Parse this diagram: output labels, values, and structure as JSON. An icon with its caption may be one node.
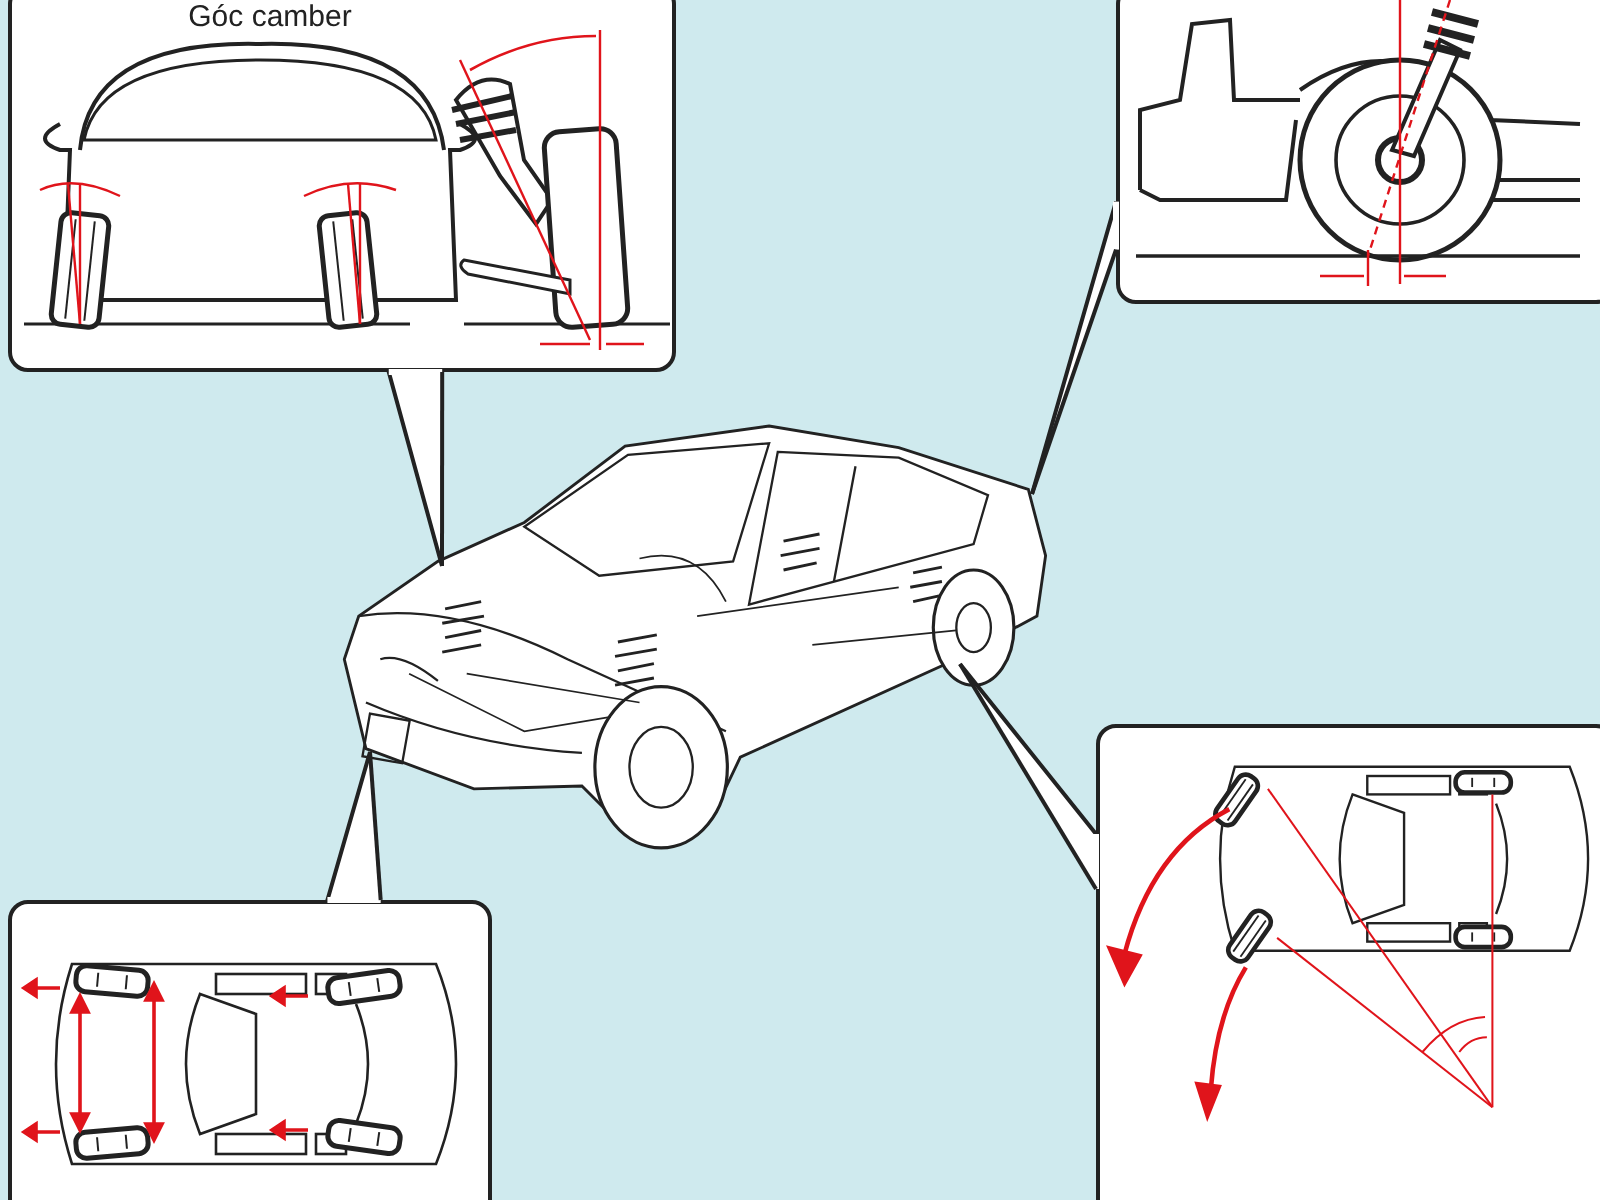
{
  "diagram": {
    "nodes": [
      {
        "text": [
          "Góc camber"
        ]
      },
      {
        "text": [],
        "shape": "picture"
      },
      {
        "text": [],
        "shape": "picture"
      },
      {
        "text": [],
        "shape": "picture"
      },
      {
        "text": [],
        "shape": "picture"
      }
    ],
    "edges": [
      {
        "from": 0,
        "to": 4,
        "arrow": "none"
      },
      {
        "from": 1,
        "to": 4,
        "arrow": "none"
      },
      {
        "from": 2,
        "to": 4,
        "arrow": "none"
      },
      {
        "from": 3,
        "to": 4,
        "arrow": "none"
      }
    ]
  }
}
